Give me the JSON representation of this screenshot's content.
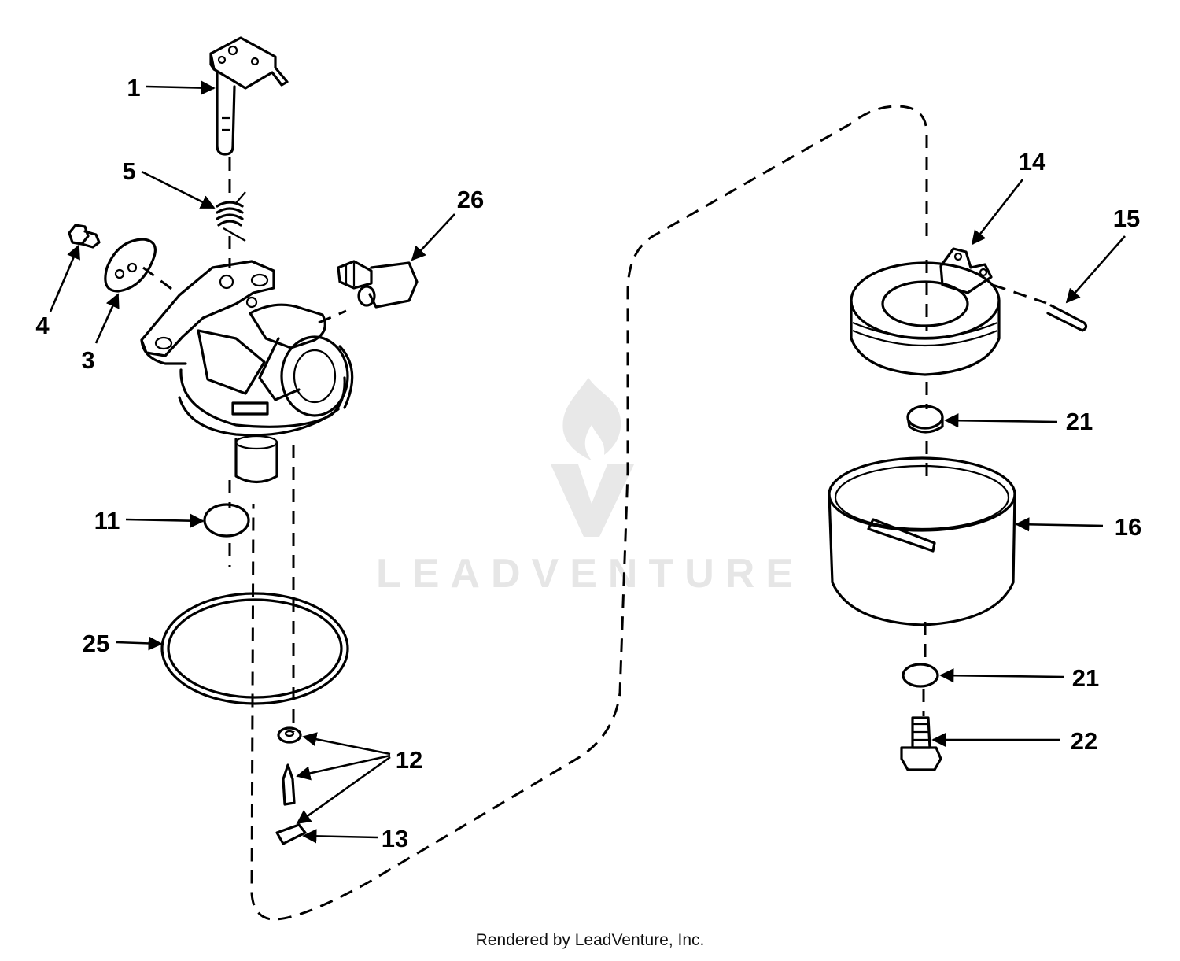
{
  "watermark": {
    "brand_text": "LEADVENTURE"
  },
  "footer": {
    "text": "Rendered by LeadVenture, Inc."
  },
  "parts": [
    {
      "id": "p1",
      "label": "1"
    },
    {
      "id": "p3",
      "label": "3"
    },
    {
      "id": "p4",
      "label": "4"
    },
    {
      "id": "p5",
      "label": "5"
    },
    {
      "id": "p11",
      "label": "11"
    },
    {
      "id": "p12",
      "label": "12"
    },
    {
      "id": "p13",
      "label": "13"
    },
    {
      "id": "p14",
      "label": "14"
    },
    {
      "id": "p15",
      "label": "15"
    },
    {
      "id": "p16",
      "label": "16"
    },
    {
      "id": "p21a",
      "label": "21"
    },
    {
      "id": "p21b",
      "label": "21"
    },
    {
      "id": "p22",
      "label": "22"
    },
    {
      "id": "p25",
      "label": "25"
    },
    {
      "id": "p26",
      "label": "26"
    }
  ]
}
